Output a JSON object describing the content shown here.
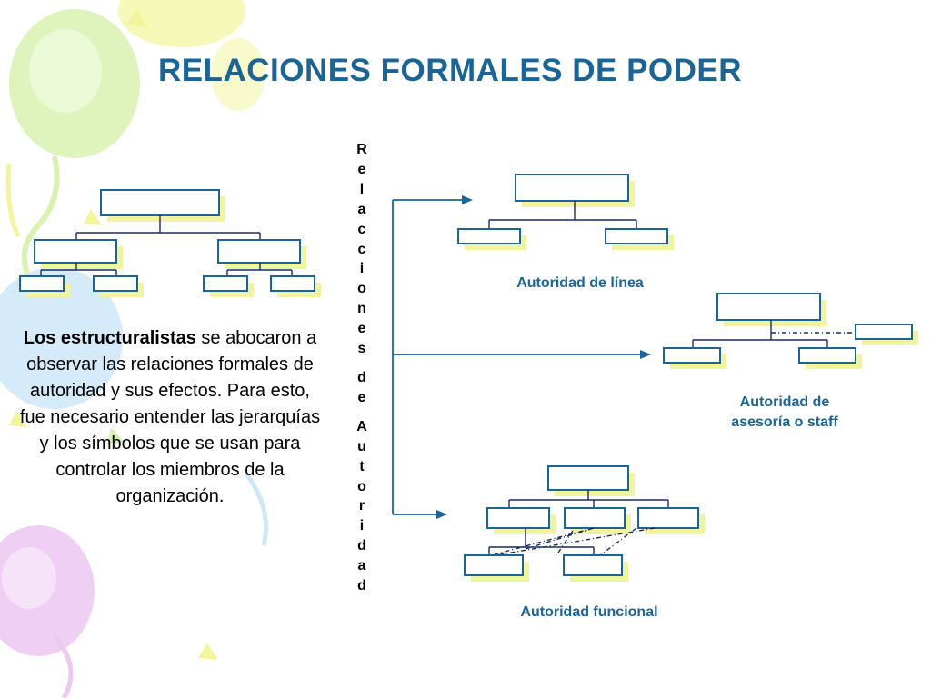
{
  "title": "RELACIONES FORMALES DE PODER",
  "paragraph": {
    "bold": "Los estructuralistas",
    "rest": " se abocaron a observar las relaciones formales de autoridad y sus efectos.  Para esto, fue necesario entender las jerarquías y los símbolos que se usan para controlar los miembros de la organización."
  },
  "vertical_label": {
    "word1": [
      "R",
      "e",
      "l",
      "a",
      "c",
      "c",
      "i",
      "o",
      "n",
      "e",
      "s"
    ],
    "word2": [
      "d",
      "e"
    ],
    "word3": [
      "A",
      "u",
      "t",
      "o",
      "r",
      "i",
      "d",
      "a",
      "d"
    ]
  },
  "captions": {
    "linea": "Autoridad de línea",
    "staff_line1": "Autoridad de",
    "staff_line2": "asesoría o staff",
    "funcional": "Autoridad funcional"
  },
  "colors": {
    "title": "#1a6496",
    "box_border": "#1a6496",
    "box_shadow": "#f0f4a0",
    "connector": "#1a2a66",
    "balloon_yellow": "#f2f59a",
    "balloon_green": "#d8f2b0",
    "balloon_blue": "#cfe8f8",
    "balloon_purple": "#ecc8f2"
  }
}
